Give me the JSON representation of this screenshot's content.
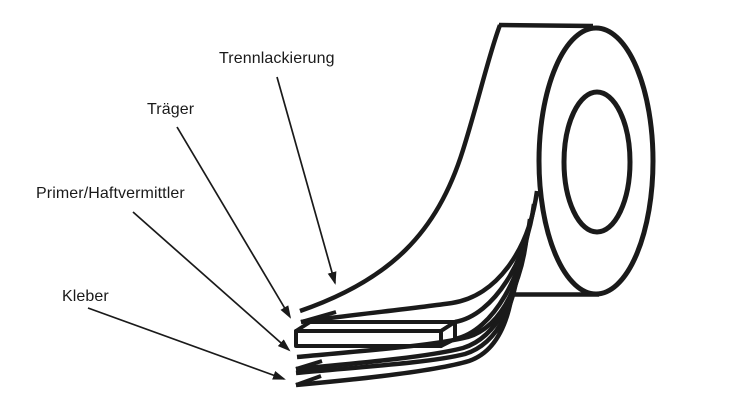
{
  "colors": {
    "ink": "#1a1a1a",
    "background": "#ffffff"
  },
  "labels": {
    "trennlackierung": "Trennlackierung",
    "traeger": "Träger",
    "primer": "Primer/Haftvermittler",
    "kleber": "Kleber"
  }
}
